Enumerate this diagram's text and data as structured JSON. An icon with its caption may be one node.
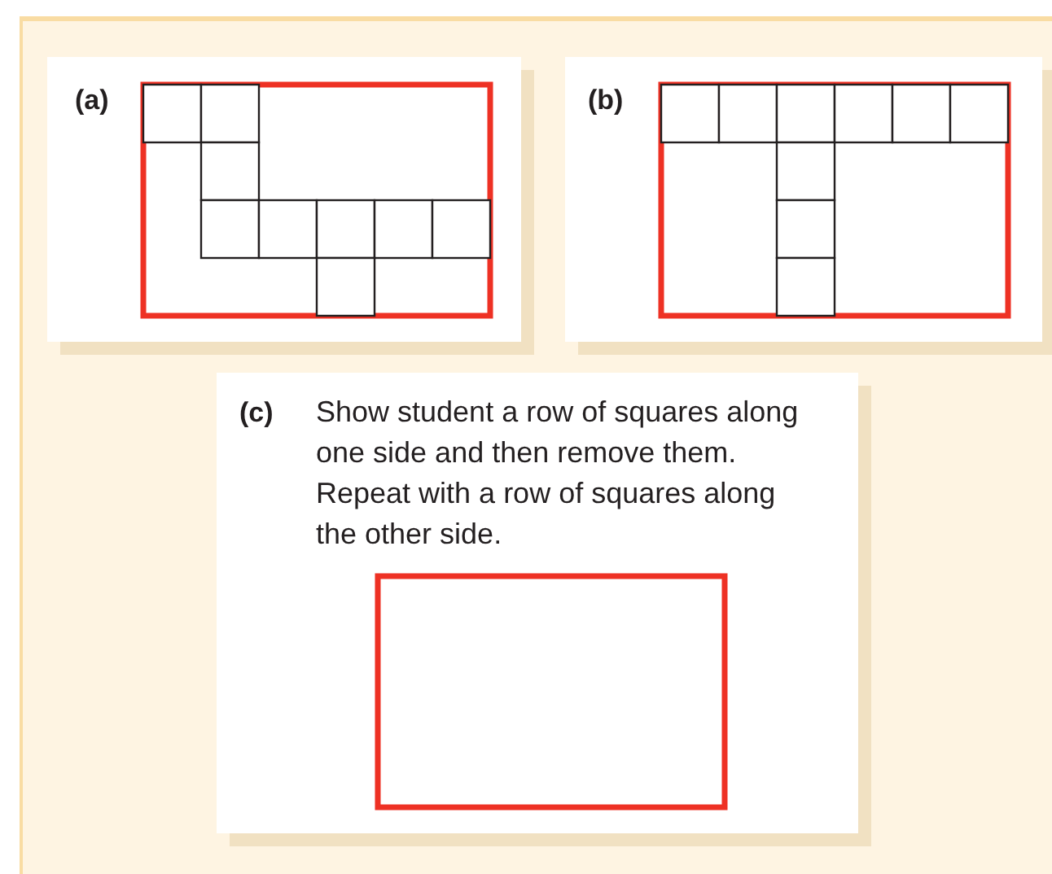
{
  "diagram": {
    "nodes": [
      {
        "text": [
          "(a)"
        ]
      },
      {
        "text": [
          "(b)"
        ]
      },
      {
        "text": [
          "(c)",
          "Show student a row of squares along one side and then remove them. Repeat with a row of squares along the other side."
        ]
      }
    ]
  }
}
